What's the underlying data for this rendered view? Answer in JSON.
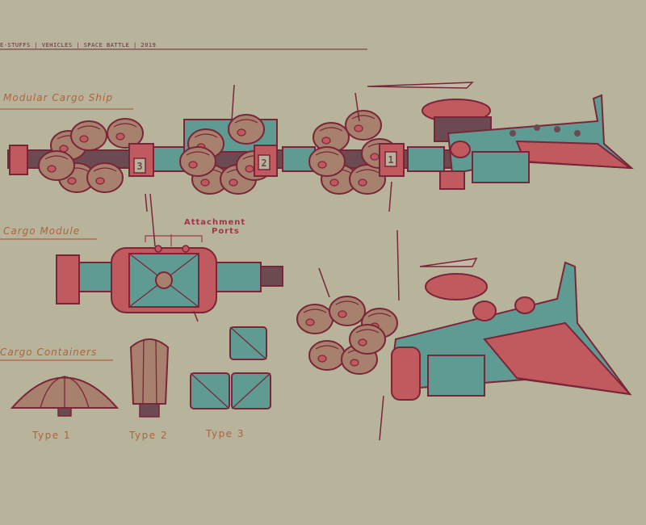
{
  "header": {
    "text": "E-STUFFS | VEHICLES | SPACE BATTLE | 2019"
  },
  "labels": {
    "modular_cargo_ship": "Modular Cargo Ship",
    "cargo_module": "Cargo Module",
    "attachment_ports_line1": "Attachment",
    "attachment_ports_line2": "Ports",
    "cargo_containers": "Cargo Containers",
    "type1": "Type 1",
    "type2": "Type 2",
    "type3": "Type 3"
  },
  "module_numbers": [
    "3",
    "2",
    "1"
  ],
  "colors": {
    "background": "#b8b49c",
    "outline": "#7a2538",
    "red": "#c05a5e",
    "tan": "#a8816e",
    "teal": "#5f9b93",
    "dark": "#6c4a52",
    "label": "#b0623e"
  }
}
